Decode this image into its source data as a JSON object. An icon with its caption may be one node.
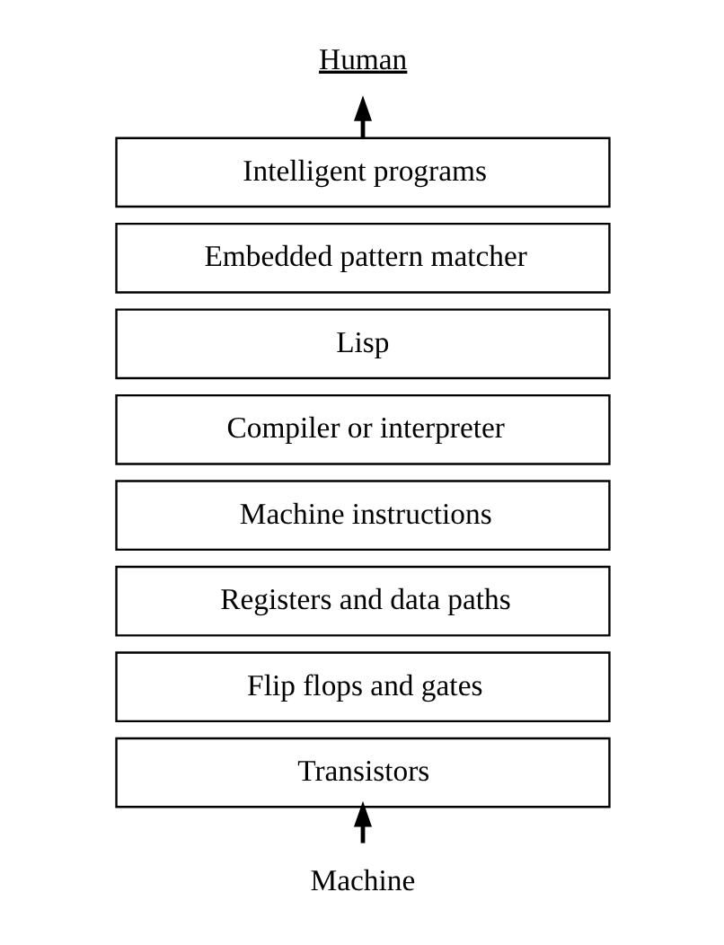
{
  "diagram": {
    "nodes": [
      {
        "text": [
          "Human"
        ]
      },
      {
        "text": [
          "Intelligent programs"
        ]
      },
      {
        "text": [
          "Embedded pattern matcher"
        ]
      },
      {
        "text": [
          "Lisp"
        ]
      },
      {
        "text": [
          "Compiler or interpreter"
        ]
      },
      {
        "text": [
          "Machine instructions"
        ]
      },
      {
        "text": [
          "Registers and data paths"
        ]
      },
      {
        "text": [
          "Flip flops and gates"
        ]
      },
      {
        "text": [
          "Transistors"
        ]
      },
      {
        "text": [
          "Machine"
        ]
      }
    ],
    "edges": [
      {
        "from": 1,
        "to": 0,
        "arrow": "to"
      },
      {
        "from": 9,
        "to": 8,
        "arrow": "to"
      }
    ]
  }
}
